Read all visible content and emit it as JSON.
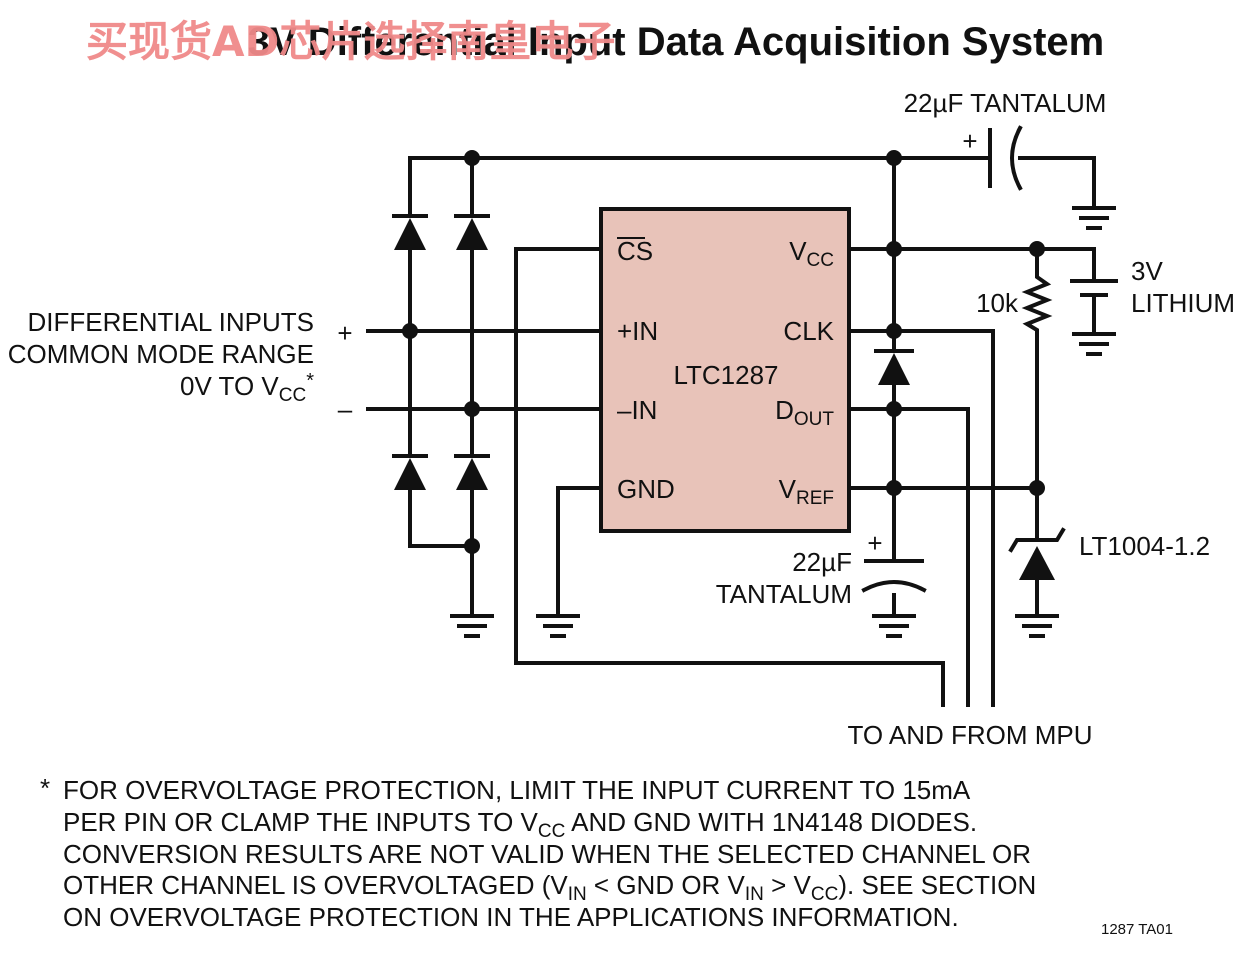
{
  "watermark": "买现货AD芯片选择南皇电子",
  "title": "3V Differential Input Data Acquisition System",
  "chip": {
    "name": "LTC1287",
    "pins_left": {
      "cs": "CS",
      "in_plus": "+IN",
      "in_minus": "–IN",
      "gnd": "GND"
    },
    "pins_right": {
      "vcc": "V",
      "vcc_sub": "CC",
      "clk": "CLK",
      "dout": "D",
      "dout_sub": "OUT",
      "vref": "V",
      "vref_sub": "REF"
    }
  },
  "inputs": {
    "line1": "DIFFERENTIAL INPUTS",
    "line2": "COMMON MODE RANGE",
    "line3_prefix": "0V TO V",
    "line3_sub": "CC",
    "line3_suffix": "*",
    "plus": "+",
    "minus": "–"
  },
  "top_cap": {
    "label": "22µF TANTALUM",
    "polarity": "+"
  },
  "battery": {
    "line1": "3V",
    "line2": "LITHIUM"
  },
  "resistor": {
    "label": "10k"
  },
  "ref_cap": {
    "line1": "22µF",
    "line2": "TANTALUM",
    "polarity": "+"
  },
  "reference": {
    "label": "LT1004-1.2"
  },
  "mpu": {
    "label": "TO AND FROM MPU"
  },
  "footnote": {
    "star": "*",
    "line1": "FOR OVERVOLTAGE PROTECTION, LIMIT THE INPUT CURRENT TO 15mA",
    "line2_a": "PER PIN OR CLAMP THE INPUTS TO V",
    "line2_sub": "CC",
    "line2_b": " AND GND WITH 1N4148 DIODES.",
    "line3": "CONVERSION RESULTS ARE NOT VALID WHEN THE SELECTED CHANNEL OR",
    "line4_a": "OTHER CHANNEL IS OVERVOLTAGED (V",
    "line4_sub1": "IN",
    "line4_b": " < GND OR V",
    "line4_sub2": "IN",
    "line4_c": " > V",
    "line4_sub3": "CC",
    "line4_d": "). SEE SECTION",
    "line5": "ON OVERVOLTAGE PROTECTION IN THE APPLICATIONS INFORMATION."
  },
  "figure_code": "1287 TA01"
}
